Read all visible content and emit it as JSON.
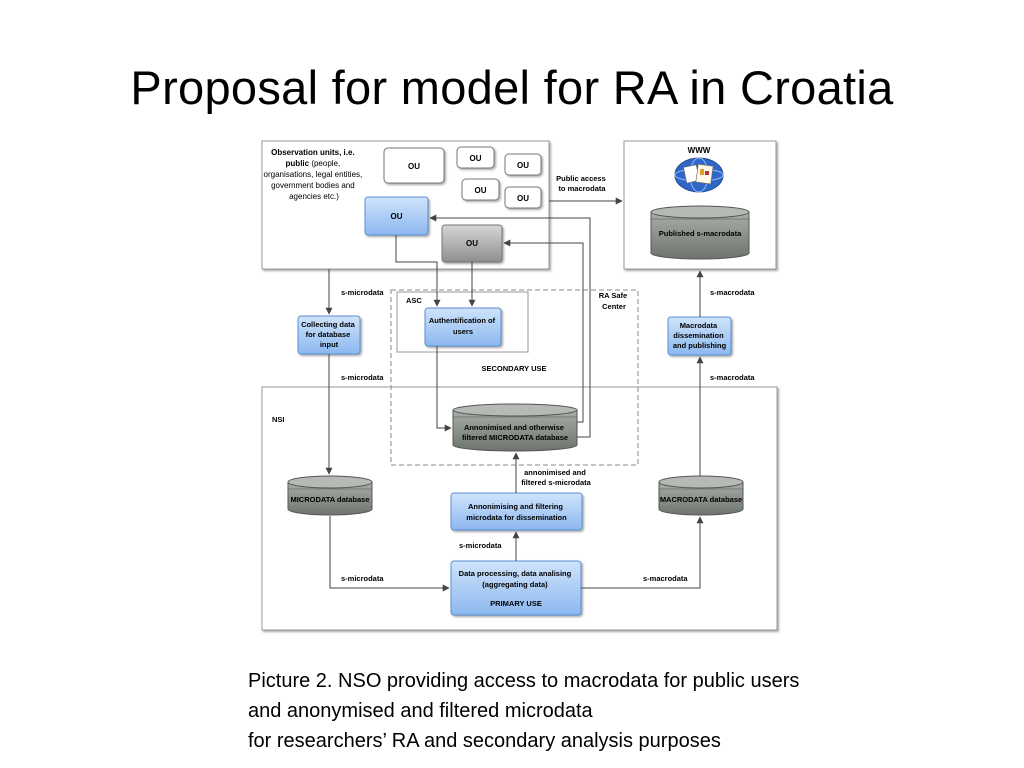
{
  "title": "Proposal for model for RA  in Croatia",
  "diagram": {
    "observation_text": {
      "line1": "Observation units, i.e.",
      "line2_bold": "public",
      "line2_rest": " (people,",
      "line3": "organisations, legal entities,",
      "line4": "government bodies and",
      "line5": "agencies etc.)"
    },
    "ou_label": "OU",
    "www_label": "WWW",
    "public_access": {
      "line1": "Public access",
      "line2": "to macrodata"
    },
    "published_db": "Published s-macrodata",
    "asc_label": "ASC",
    "ra_safe_center": {
      "line1": "RA Safe",
      "line2": "Center"
    },
    "secondary_use": "SECONDARY USE",
    "nsi_label": "NSI",
    "auth_box": {
      "line1": "Authentification of",
      "line2": "users"
    },
    "collecting_box": {
      "line1": "Collecting data",
      "line2": "for database",
      "line3": "input"
    },
    "macrodata_dissem_box": {
      "line1": "Macrodata",
      "line2": "dissemination",
      "line3": "and publishing"
    },
    "anon_db": {
      "line1": "Annonimised and otherwise",
      "line2": "filtered MICRODATA database"
    },
    "microdata_db": "MICRODATA database",
    "macrodata_db": "MACRODATA database",
    "anon_filter_box": {
      "line1": "Annonimising and filtering",
      "line2": "microdata for dissemination"
    },
    "processing_box": {
      "line1": "Data processing, data analising",
      "line2": "(aggregating data)",
      "line3": "PRIMARY USE"
    },
    "flow_labels": {
      "s_microdata": "s-microdata",
      "s_macrodata": "s-macrodata",
      "anon_filtered_line1": "annonimised and",
      "anon_filtered_line2": "filtered s-microdata"
    }
  },
  "caption": {
    "line1": "Picture 2. NSO providing access to macrodata for public users",
    "line2": "and anonymised and filtered microdata",
    "line3": "for researchers’ RA and secondary analysis purposes"
  }
}
